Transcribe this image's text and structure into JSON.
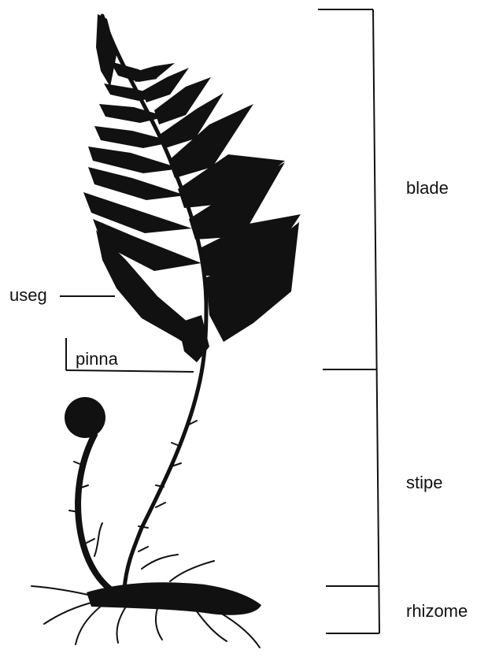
{
  "labels": {
    "blade": "blade",
    "stipe": "stipe",
    "rhizome": "rhizome",
    "useg": "useg",
    "pinna": "pinna"
  },
  "colors": {
    "ink": "#111111",
    "background": "#ffffff"
  }
}
